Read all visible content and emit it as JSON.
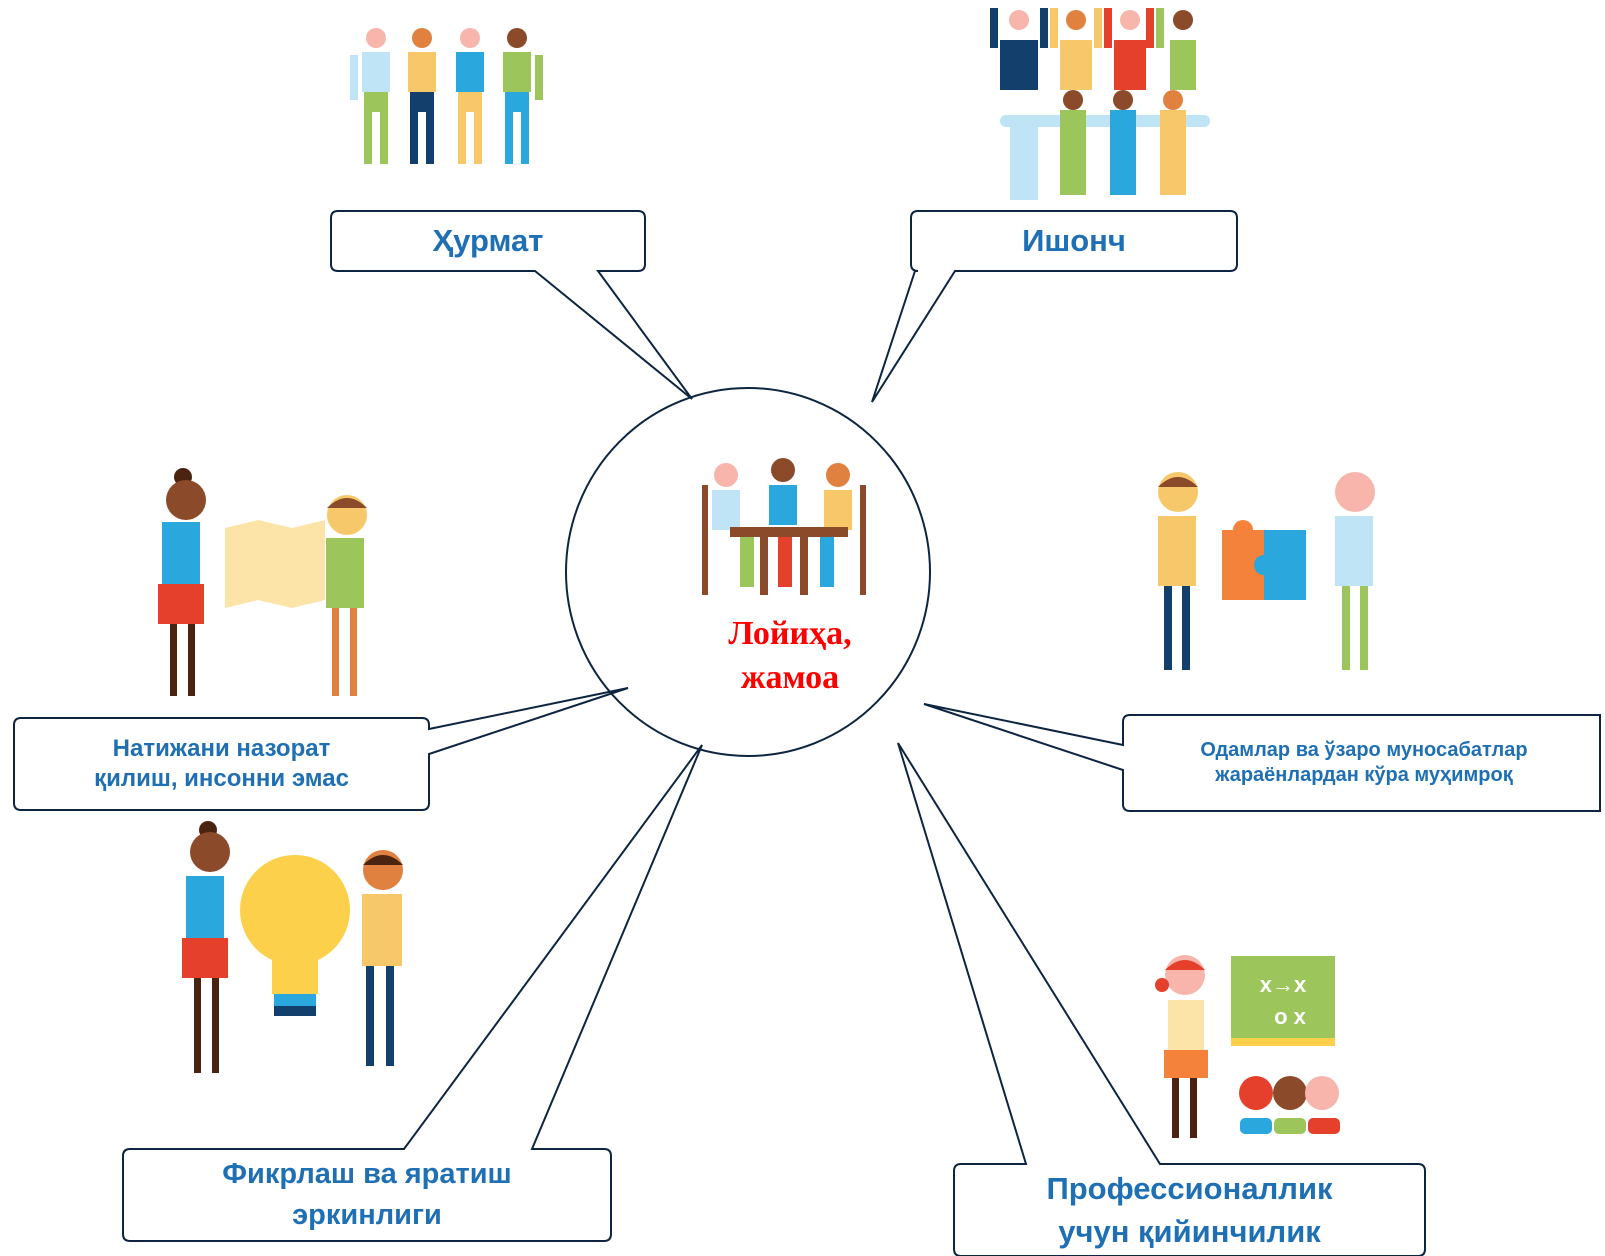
{
  "center": {
    "line1": "Лойиҳа,",
    "line2": "жамоа"
  },
  "callouts": {
    "respect": "Ҳурмат",
    "trust": "Ишонч",
    "control": {
      "line1": "Натижани назорат",
      "line2": "қилиш, инсонни эмас"
    },
    "people": {
      "line1": "Одамлар ва ўзаро муносабатлар",
      "line2": "жараёнлардан кўра муҳимроқ"
    },
    "freedom": {
      "line1": "Фикрлаш ва яратиш",
      "line2": "эркинлиги"
    },
    "professionalism": {
      "line1": "Профессионаллик",
      "line2": "учун қийинчилик"
    }
  },
  "colors": {
    "outline": "#0d2540",
    "text": "#1f6fb5",
    "center_text": "#ff0000"
  },
  "icons": [
    "group-of-people-icon",
    "hands-up-group-icon",
    "team-meeting-icon",
    "map-sharing-icon",
    "puzzle-cooperation-icon",
    "idea-bulb-icon",
    "teacher-board-icon"
  ]
}
